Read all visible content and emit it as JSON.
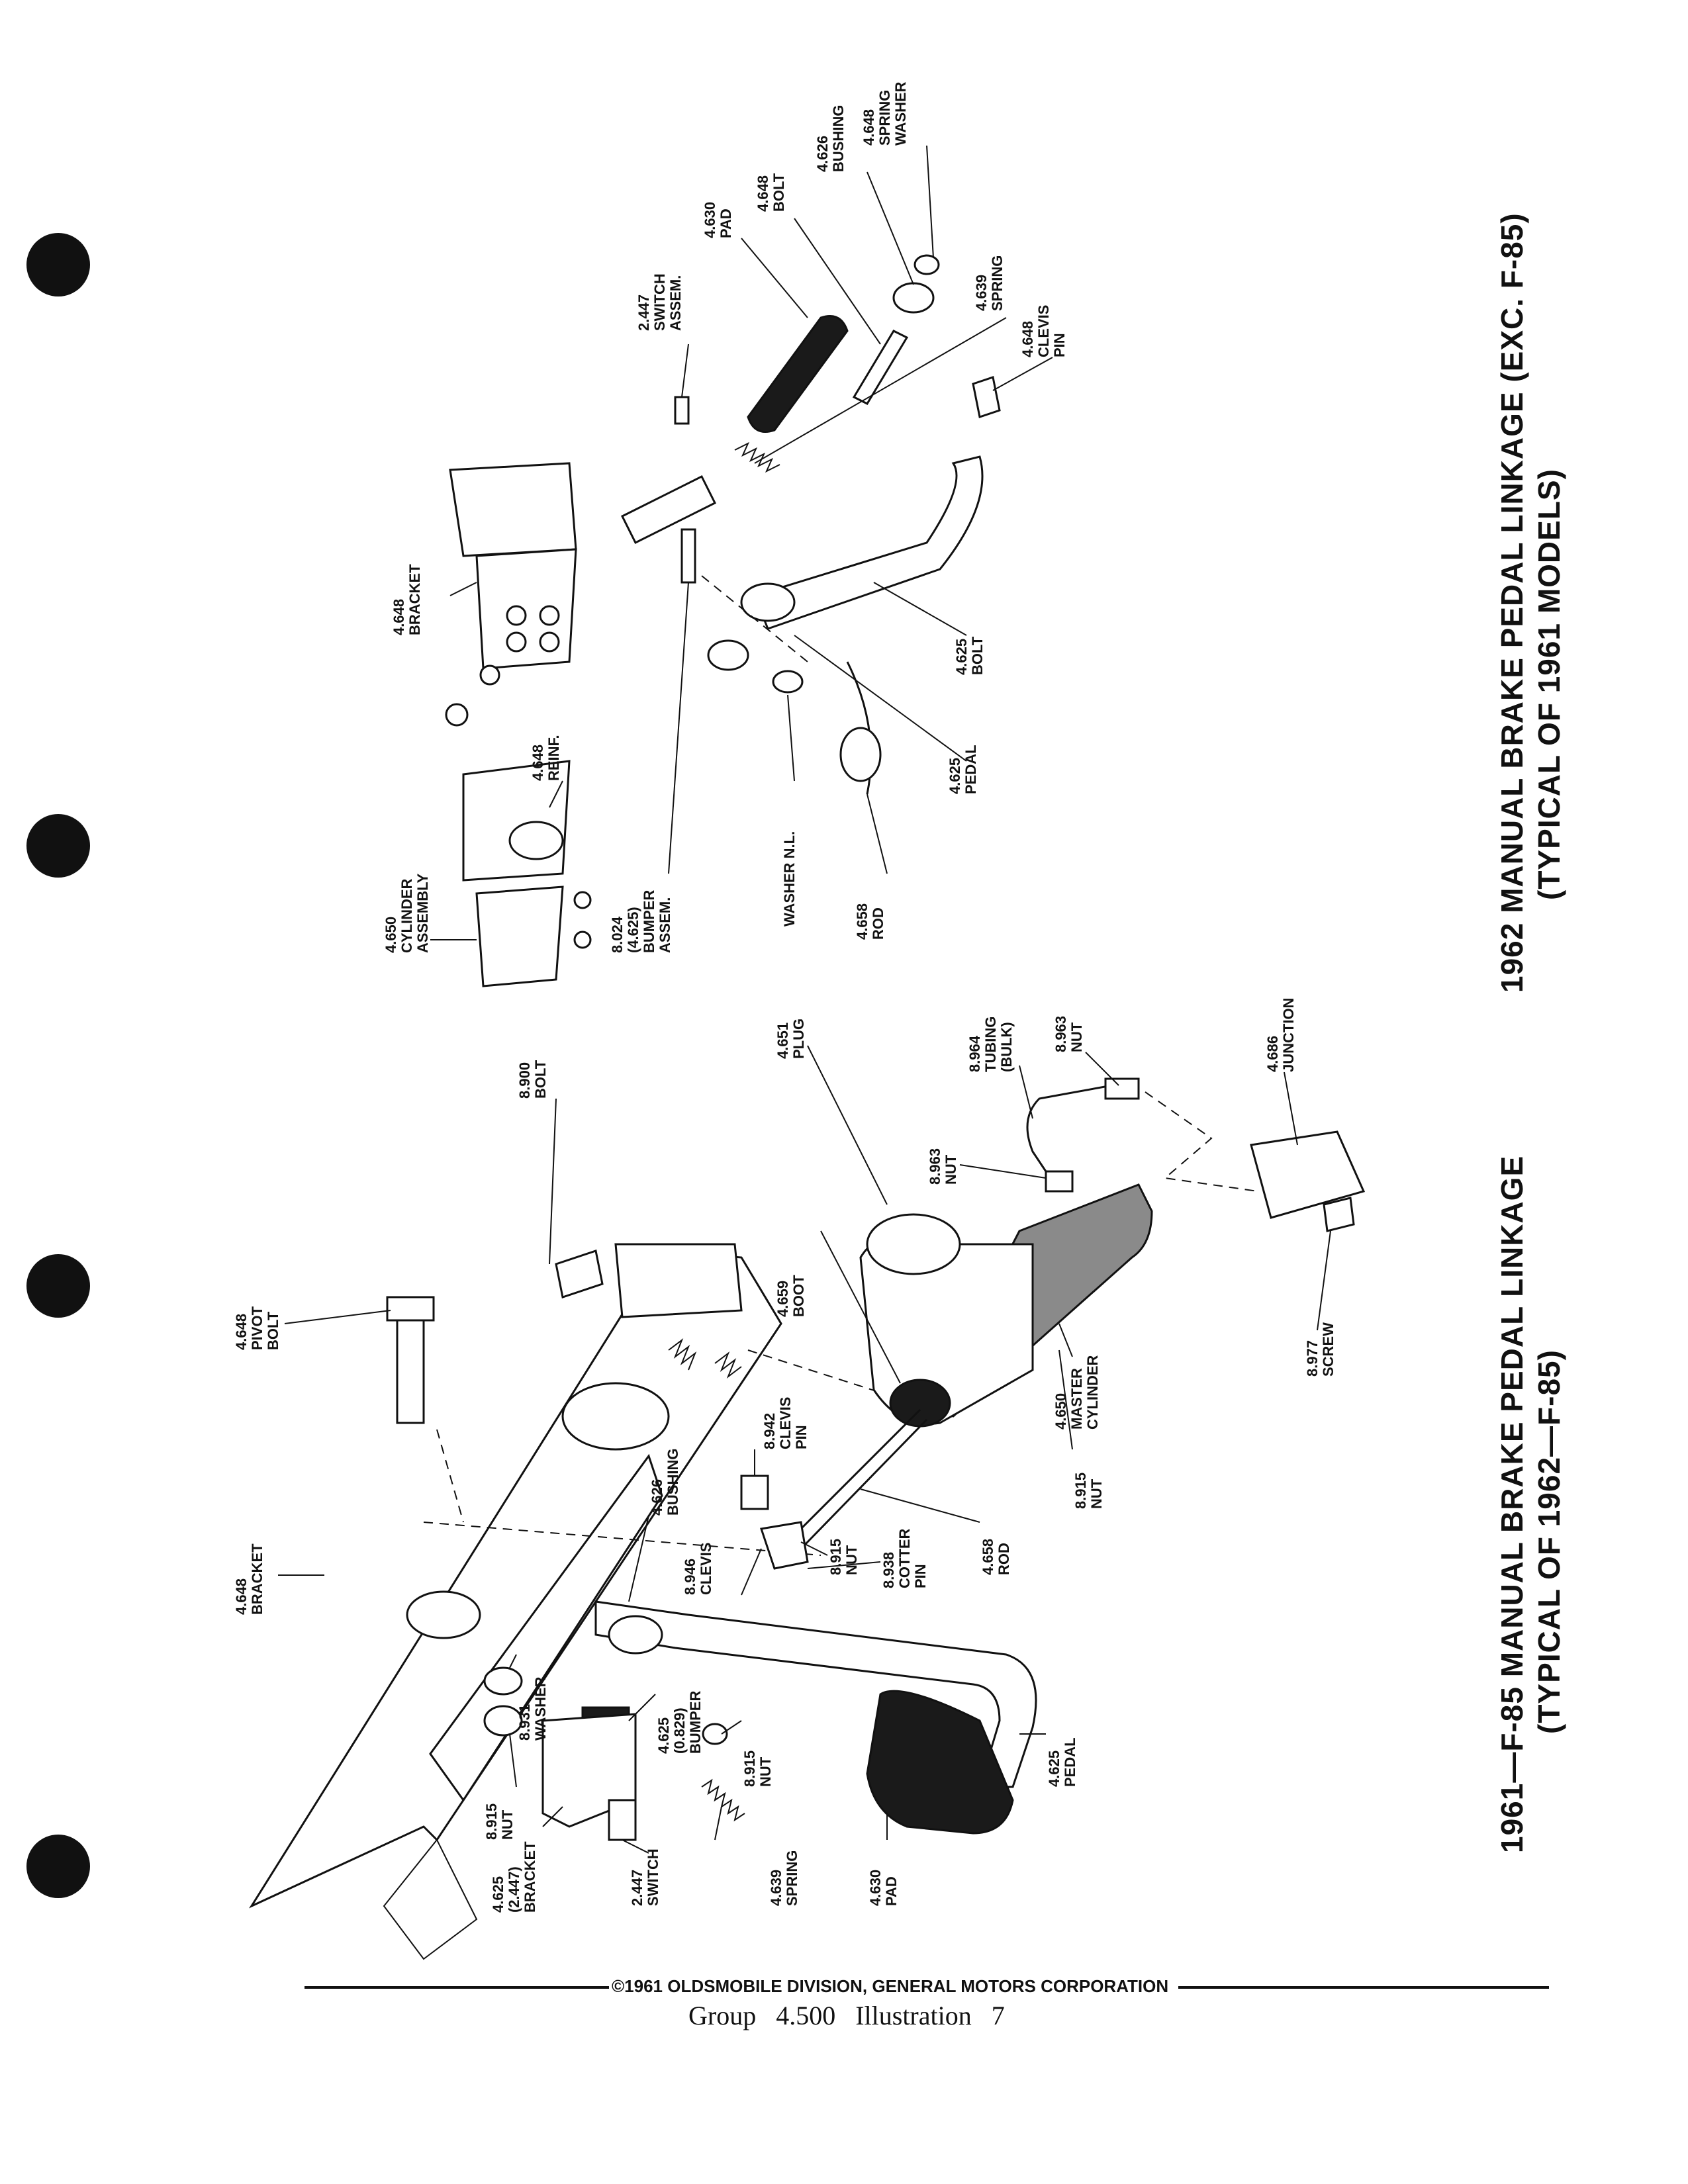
{
  "titles": {
    "left_main": "1961—F-85 MANUAL BRAKE PEDAL LINKAGE",
    "left_sub": "(TYPICAL OF 1962—F-85)",
    "right_main": "1962 MANUAL BRAKE PEDAL LINKAGE (EXC. F-85)",
    "right_sub": "(TYPICAL OF 1961 MODELS)"
  },
  "left_labels": [
    {
      "l1": "4.648",
      "l2": "PIVOT",
      "l3": "BOLT"
    },
    {
      "l1": "8.900",
      "l2": "BOLT"
    },
    {
      "l1": "4.651",
      "l2": "PLUG"
    },
    {
      "l1": "8.964",
      "l2": "TUBING",
      "l3": "(BULK)"
    },
    {
      "l1": "8.963",
      "l2": "NUT"
    },
    {
      "l1": "8.963",
      "l2": "NUT"
    },
    {
      "l1": "4.686",
      "l2": "JUNCTION"
    },
    {
      "l1": "4.659",
      "l2": "BOOT"
    },
    {
      "l1": "4.648",
      "l2": "BRACKET"
    },
    {
      "l1": "8.942",
      "l2": "CLEVIS",
      "l3": "PIN"
    },
    {
      "l1": "4.626",
      "l2": "BUSHING"
    },
    {
      "l1": "4.650",
      "l2": "MASTER",
      "l3": "CYLINDER"
    },
    {
      "l1": "8.977",
      "l2": "SCREW"
    },
    {
      "l1": "8.915",
      "l2": "NUT"
    },
    {
      "l1": "8.946",
      "l2": "CLEVIS"
    },
    {
      "l1": "8.915",
      "l2": "NUT"
    },
    {
      "l1": "8.938",
      "l2": "COTTER",
      "l3": "PIN"
    },
    {
      "l1": "4.658",
      "l2": "ROD"
    },
    {
      "l1": "8.931",
      "l2": "WASHER"
    },
    {
      "l1": "4.625",
      "l2": "(0.829)",
      "l3": "BUMPER"
    },
    {
      "l1": "8.915",
      "l2": "NUT"
    },
    {
      "l1": "8.915",
      "l2": "NUT"
    },
    {
      "l1": "4.625",
      "l2": "PEDAL"
    },
    {
      "l1": "4.625",
      "l2": "(2.447)",
      "l3": "BRACKET"
    },
    {
      "l1": "2.447",
      "l2": "SWITCH"
    },
    {
      "l1": "4.639",
      "l2": "SPRING"
    },
    {
      "l1": "4.630",
      "l2": "PAD"
    }
  ],
  "right_labels": [
    {
      "l1": "4.648",
      "l2": "SPRING",
      "l3": "WASHER"
    },
    {
      "l1": "4.626",
      "l2": "BUSHING"
    },
    {
      "l1": "4.648",
      "l2": "BOLT"
    },
    {
      "l1": "4.630",
      "l2": "PAD"
    },
    {
      "l1": "2.447",
      "l2": "SWITCH",
      "l3": "ASSEM."
    },
    {
      "l1": "4.639",
      "l2": "SPRING"
    },
    {
      "l1": "4.648",
      "l2": "CLEVIS",
      "l3": "PIN"
    },
    {
      "l1": "4.648",
      "l2": "BRACKET"
    },
    {
      "l1": "4.648",
      "l2": "REINF."
    },
    {
      "l1": "4.625",
      "l2": "BOLT"
    },
    {
      "l1": "4.650",
      "l2": "CYLINDER",
      "l3": "ASSEMBLY"
    },
    {
      "l1": "8.024",
      "l2": "(4.625)",
      "l3": "BUMPER",
      "l4": "ASSEM."
    },
    {
      "l1": "WASHER N.L."
    },
    {
      "l1": "4.625",
      "l2": "PEDAL"
    },
    {
      "l1": "4.658",
      "l2": "ROD"
    }
  ],
  "footer": {
    "copyright": "©1961 OLDSMOBILE DIVISION, GENERAL MOTORS CORPORATION",
    "group_line": "Group   4.500   Illustration   7"
  }
}
